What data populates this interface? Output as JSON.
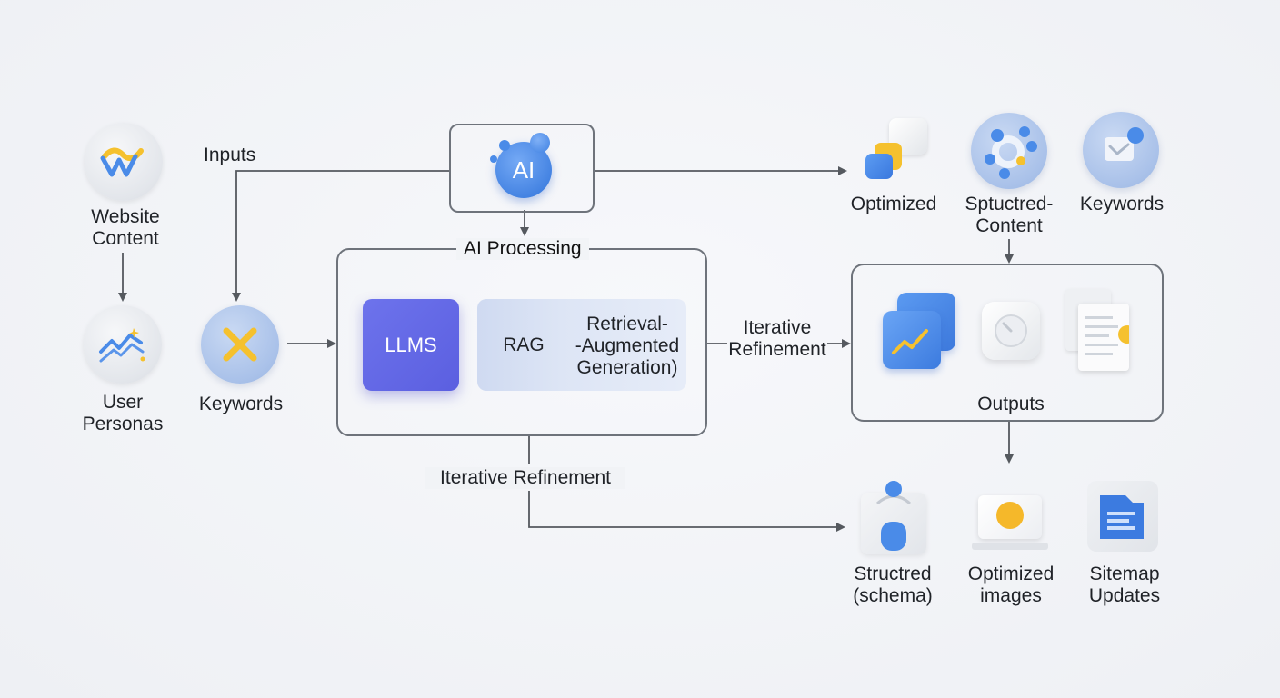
{
  "inputs": {
    "heading": "Inputs",
    "website_content": "Website\nContent",
    "user_personas": "User\nPersonas",
    "keywords": "Keywords"
  },
  "ai_node": {
    "label": "AI"
  },
  "processing": {
    "heading": "AI Processing",
    "llms": "LLMS",
    "rag": "RAG",
    "rag_expansion": "Retrieval-\n-Augmented\nGeneration)"
  },
  "refinement": {
    "right": "Iterative\nRefinement",
    "bottom": "Iterative Refinement"
  },
  "top_outputs": [
    {
      "label": "Optimized"
    },
    {
      "label": "Sptuctred-\nContent"
    },
    {
      "label": "Keywords"
    }
  ],
  "outputs_box": {
    "heading": "Outputs"
  },
  "bottom_outputs": [
    {
      "label": "Structred\n(schema)"
    },
    {
      "label": "Optimized\nimages"
    },
    {
      "label": "Sitemap\nUpdates"
    }
  ],
  "colors": {
    "line": "#55595f",
    "accent_blue": "#4a8be8",
    "accent_yellow": "#f5c12e",
    "llms_purple": "#5f63e3"
  }
}
